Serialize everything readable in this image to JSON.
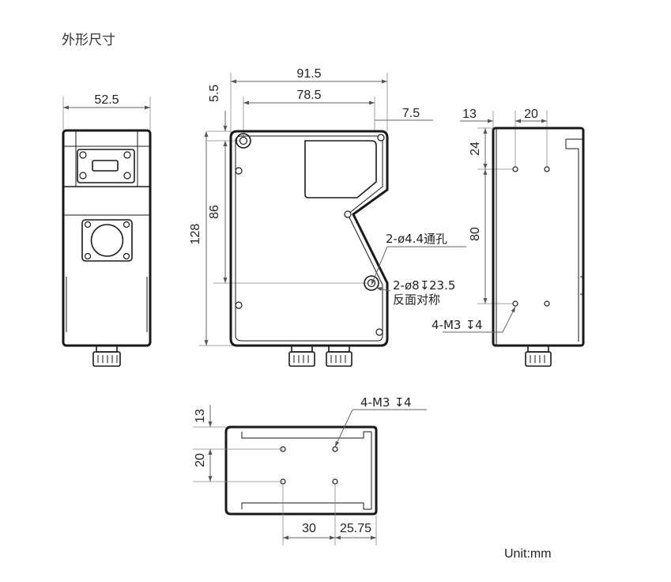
{
  "title": "外形尺寸",
  "unit": "Unit:mm",
  "front_view": {
    "width_dim": "52.5"
  },
  "side_view": {
    "dim_total_width": "91.5",
    "dim_hole_spacing": "78.5",
    "dim_top_offset": "5.5",
    "dim_right_offset": "7.5",
    "dim_height": "128",
    "dim_hole_vertical": "86",
    "note_through_hole": "2-ø4.4通孔",
    "note_counterbore": "2-ø8",
    "note_counterbore_depth": "23.5",
    "note_symmetric": "反面对称"
  },
  "rear_view": {
    "dim_left_offset": "13",
    "dim_hole_spacing_h": "20",
    "dim_top_offset": "24",
    "dim_hole_spacing_v": "80",
    "note_thread": "4-M3",
    "note_thread_depth": "4"
  },
  "bottom_view": {
    "note_thread": "4-M3",
    "note_thread_depth": "4",
    "dim_top_offset": "13",
    "dim_hole_spacing_v": "20",
    "dim_hole_spacing_h": "30",
    "dim_right_offset": "25.75"
  }
}
